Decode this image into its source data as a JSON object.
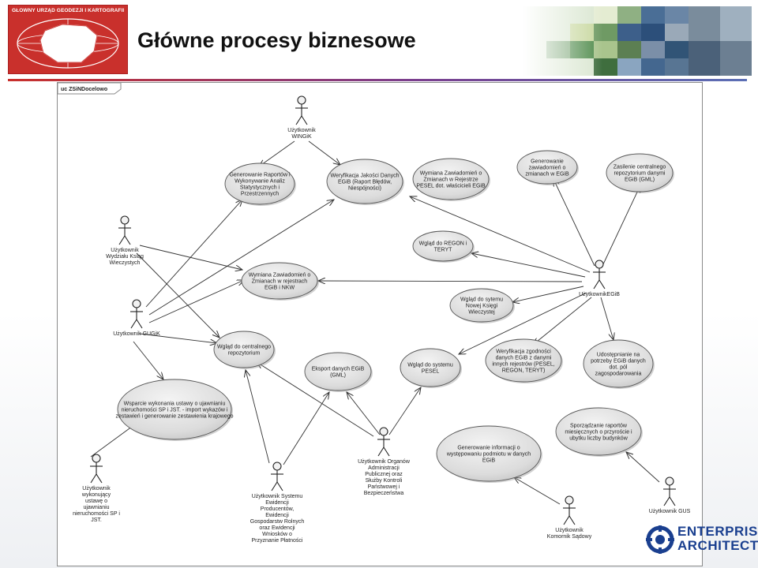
{
  "header": {
    "logo_text": "GŁÓWNY URZĄD GEODEZJI I KARTOGRAFII",
    "title": "Główne procesy biznesowe"
  },
  "diagram": {
    "frame_label": "uc ZSiNDocelowo",
    "use_cases": [
      {
        "id": "uc-raporty",
        "lines": [
          "Generowanie Raportów i",
          "Wykonywanie Analiz",
          "Statystycznych i",
          "Przestrzennych"
        ]
      },
      {
        "id": "uc-weryfikacja-jakosci",
        "lines": [
          "Weryfikacja Jakości Danych",
          "EGiB (Raport Błędów,",
          "Niespójności)"
        ]
      },
      {
        "id": "uc-wymiana-pesel",
        "lines": [
          "Wymiana Zawiadomień o",
          "Zmianach w Rejestrze",
          "PESEL dot. właścicieli EGiB"
        ]
      },
      {
        "id": "uc-generowanie-zawiadomien",
        "lines": [
          "Generowanie",
          "zawiadomień o",
          "zmianach w EGiB"
        ]
      },
      {
        "id": "uc-zasilenie",
        "lines": [
          "Zasilenie centralnego",
          "repozytorium danymi",
          "EGiB (GML)"
        ]
      },
      {
        "id": "uc-regon",
        "lines": [
          "Wgląd do REGON i",
          "TERYT"
        ]
      },
      {
        "id": "uc-wymiana-nkw",
        "lines": [
          "Wymiana Zawiadomień o",
          "Zmianach w rejestrach",
          "EGiB i NKW"
        ]
      },
      {
        "id": "uc-nkw",
        "lines": [
          "Wgląd do sytemu",
          "Nowej Księgi",
          "Wieczystej"
        ]
      },
      {
        "id": "uc-repozytorium",
        "lines": [
          "Wgląd do centralnego",
          "repozytorium"
        ]
      },
      {
        "id": "uc-eksport",
        "lines": [
          "Eksport danych EGiB",
          "(GML)"
        ]
      },
      {
        "id": "uc-pesel",
        "lines": [
          "Wgląd do systemu",
          "PESEL"
        ]
      },
      {
        "id": "uc-weryfikacja-zgodnosci",
        "lines": [
          "Weryfikacja zgodności",
          "danych EGiB z danymi",
          "innych rejestrów (PESEL,",
          "REGON, TERYT)"
        ]
      },
      {
        "id": "uc-udostepnianie",
        "lines": [
          "Udostępnianie na",
          "potrzeby EGiB danych",
          "dot. pól",
          "zagospodarowania"
        ]
      },
      {
        "id": "uc-wsparcie",
        "lines": [
          "Wsparcie wykonania ustawy o ujawnianiu",
          "nieruchomości SP i JST. - import wykazów i",
          "zestawień i generowanie zestawienia krajowego"
        ]
      },
      {
        "id": "uc-sprawozdania",
        "lines": [
          "Sporządzanie raportów",
          "miesięcznych o przyroście i",
          "ubytku liczby budynków"
        ]
      },
      {
        "id": "uc-generowanie-informacji",
        "lines": [
          "Generowanie informacji o",
          "występowaniu podmiotu w danych",
          "EGiB"
        ]
      }
    ],
    "actors": [
      {
        "id": "actor-wingik",
        "lines": [
          "Użytkownik",
          "WINGiK"
        ]
      },
      {
        "id": "actor-ksiag",
        "lines": [
          "Użytkownik",
          "Wydziału Ksiąg",
          "Wieczystych"
        ]
      },
      {
        "id": "actor-gugik",
        "lines": [
          "Użytkownik GUGiK"
        ]
      },
      {
        "id": "actor-egib",
        "lines": [
          "UżytkownikEGiB"
        ]
      },
      {
        "id": "actor-ustawa",
        "lines": [
          "Użytkownik",
          "wykonujący",
          "ustawę o",
          "ujawnianiu",
          "nieruchomości SP i",
          "JST."
        ]
      },
      {
        "id": "actor-system",
        "lines": [
          "Użytkownik Systemu",
          "Ewidencji",
          "Producentów,",
          "Ewidencji",
          "Gospodarstw Rolnych",
          "oraz Ewidencji",
          "Wniosków o",
          "Przyznanie Płatności"
        ]
      },
      {
        "id": "actor-organy",
        "lines": [
          "Użytkownik Organów",
          "Administracji",
          "Publicznej oraz",
          "Służby Kontroli",
          "Państwowej i",
          "Bezpieczeństwa"
        ]
      },
      {
        "id": "actor-komornik",
        "lines": [
          "Użytkownik",
          "Komornik Sądowy"
        ]
      },
      {
        "id": "actor-gus",
        "lines": [
          "Użytkownik GUS"
        ]
      }
    ]
  },
  "footer": {
    "brand_line1": "ENTERPRISE",
    "brand_line2": "ARCHITECT",
    "brand_color": "#1a3f8f"
  }
}
